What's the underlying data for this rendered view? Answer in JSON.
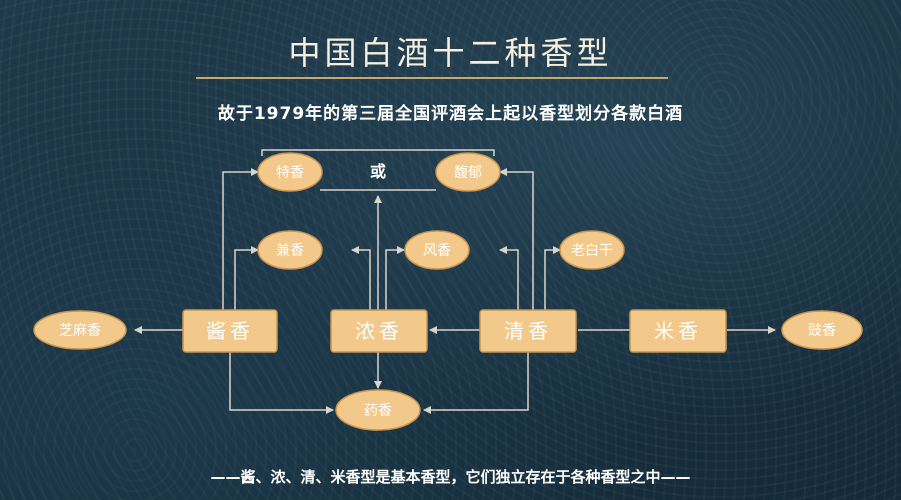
{
  "title": "中国白酒十二种香型",
  "subtitle": "故于1979年的第三届全国评酒会上起以香型划分各款白酒",
  "colors": {
    "background": "#1b3443",
    "node_fill": "#f3c98b",
    "node_stroke": "#c99550",
    "line": "#d9d4c8",
    "title_rule": "#c9a96a"
  },
  "basic_nodes": {
    "jiang": "酱香",
    "nong": "浓香",
    "qing": "清香",
    "mi": "米香"
  },
  "derived_nodes": {
    "te": "特香",
    "fuyu": "馥郁",
    "jian": "兼香",
    "feng": "风香",
    "laobaigan": "老白干",
    "zhima": "芝麻香",
    "chi": "豉香",
    "yao": "药香"
  },
  "connector_or": "或",
  "footer": "——酱、浓、清、米香型是基本香型，它们独立存在于各种香型之中——"
}
